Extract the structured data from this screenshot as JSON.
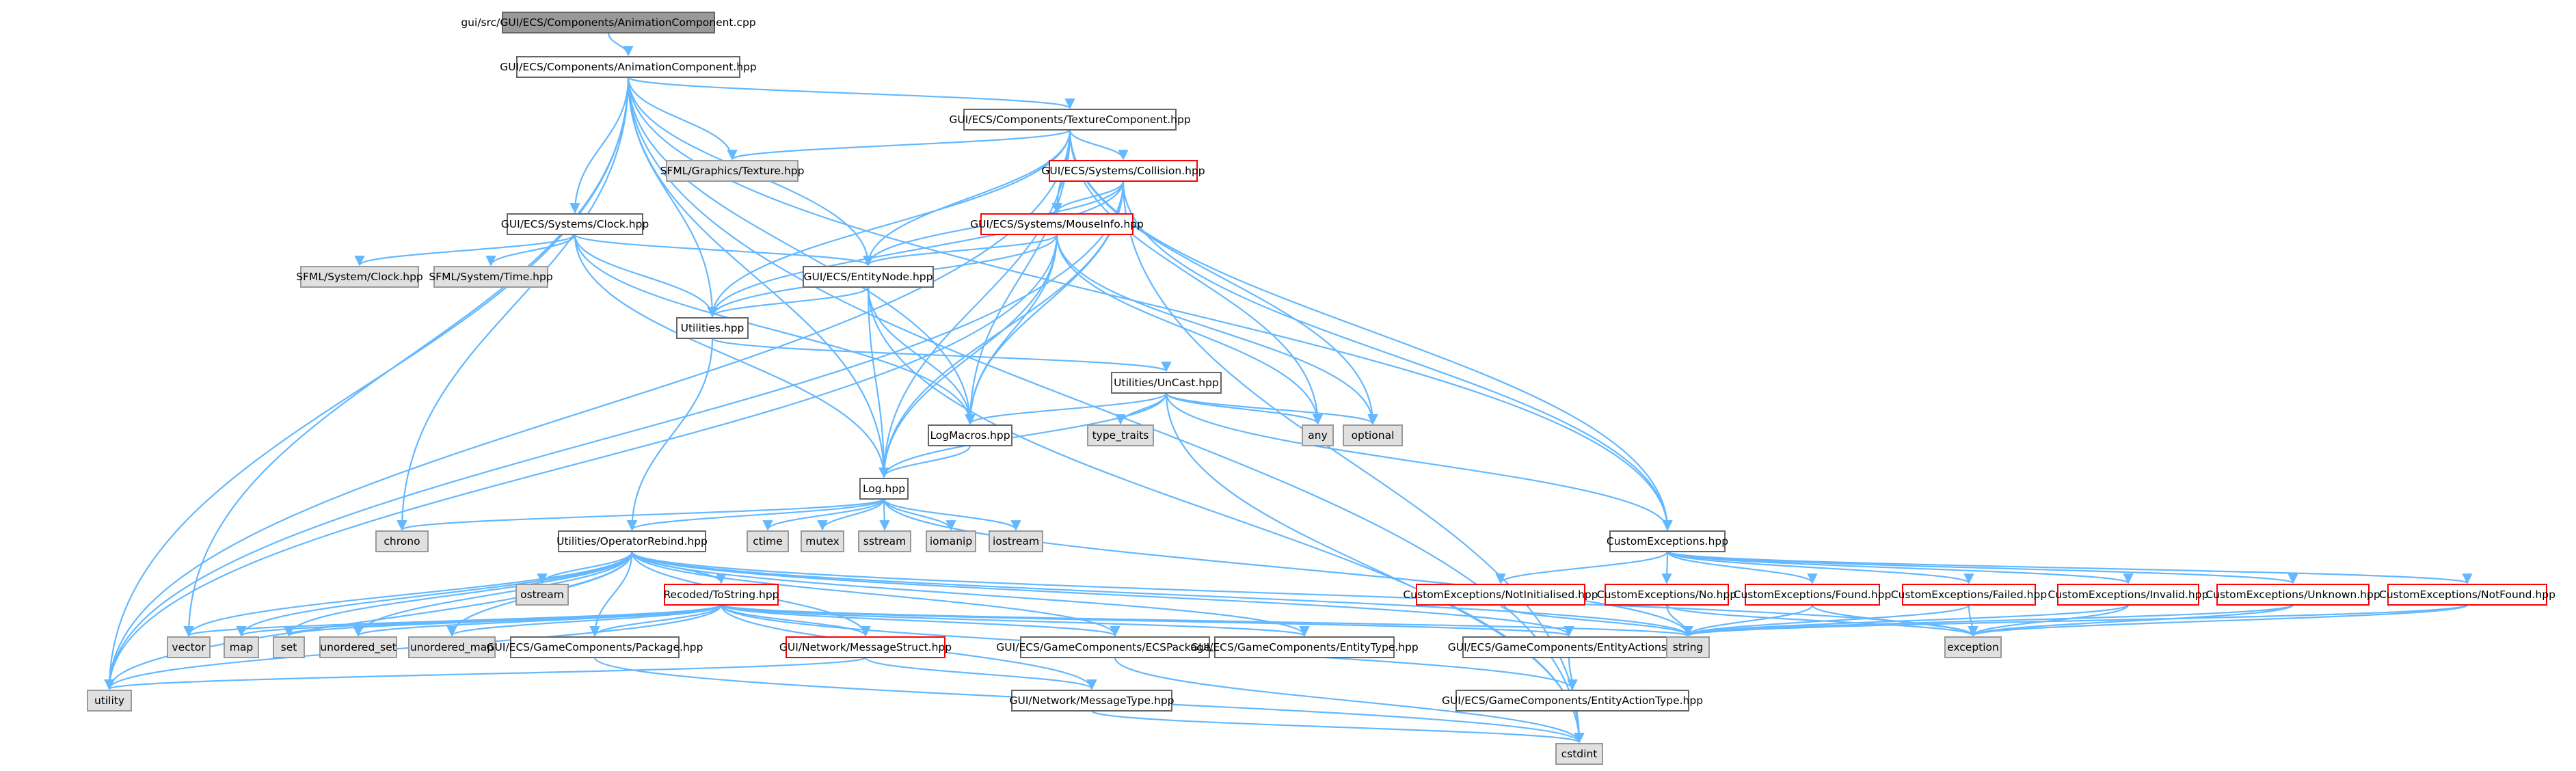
{
  "style": {
    "edge_color": "#63b8ff",
    "root_fill": "#999999",
    "root_border": "#666666",
    "file_fill": "#ffffff",
    "file_border": "#666666",
    "system_fill": "#e0e0e0",
    "system_border": "#999999",
    "missing_border": "#ff0000"
  },
  "nodes": [
    {
      "id": "animcpp",
      "label": "gui/src/GUI/ECS/Components/AnimationComponent.cpp",
      "kind": "root"
    },
    {
      "id": "animhpp",
      "label": "GUI/ECS/Components/AnimationComponent.hpp",
      "kind": "file"
    },
    {
      "id": "texhpp",
      "label": "GUI/ECS/Components/TextureComponent.hpp",
      "kind": "file"
    },
    {
      "id": "sfmltex",
      "label": "SFML/Graphics/Texture.hpp",
      "kind": "system"
    },
    {
      "id": "collision",
      "label": "GUI/ECS/Systems/Collision.hpp",
      "kind": "missing"
    },
    {
      "id": "clock",
      "label": "GUI/ECS/Systems/Clock.hpp",
      "kind": "file"
    },
    {
      "id": "mouseinfo",
      "label": "GUI/ECS/Systems/MouseInfo.hpp",
      "kind": "missing"
    },
    {
      "id": "sfmlclock",
      "label": "SFML/System/Clock.hpp",
      "kind": "system"
    },
    {
      "id": "sfmltime",
      "label": "SFML/System/Time.hpp",
      "kind": "system"
    },
    {
      "id": "entitynode",
      "label": "GUI/ECS/EntityNode.hpp",
      "kind": "file"
    },
    {
      "id": "utilities",
      "label": "Utilities.hpp",
      "kind": "file"
    },
    {
      "id": "uncast",
      "label": "Utilities/UnCast.hpp",
      "kind": "file"
    },
    {
      "id": "typetraits",
      "label": "type_traits",
      "kind": "system"
    },
    {
      "id": "any",
      "label": "any",
      "kind": "system"
    },
    {
      "id": "optional",
      "label": "optional",
      "kind": "system"
    },
    {
      "id": "logmacros",
      "label": "LogMacros.hpp",
      "kind": "file"
    },
    {
      "id": "log",
      "label": "Log.hpp",
      "kind": "file"
    },
    {
      "id": "chrono",
      "label": "chrono",
      "kind": "system"
    },
    {
      "id": "opreb",
      "label": "Utilities/OperatorRebind.hpp",
      "kind": "file"
    },
    {
      "id": "ctime",
      "label": "ctime",
      "kind": "system"
    },
    {
      "id": "mutex",
      "label": "mutex",
      "kind": "system"
    },
    {
      "id": "sstream",
      "label": "sstream",
      "kind": "system"
    },
    {
      "id": "iomanip",
      "label": "iomanip",
      "kind": "system"
    },
    {
      "id": "iostream",
      "label": "iostream",
      "kind": "system"
    },
    {
      "id": "customexc",
      "label": "CustomExceptions.hpp",
      "kind": "file"
    },
    {
      "id": "ostream",
      "label": "ostream",
      "kind": "system"
    },
    {
      "id": "recoded",
      "label": "Recoded/ToString.hpp",
      "kind": "missing"
    },
    {
      "id": "cenotinit",
      "label": "CustomExceptions/NotInitialised.hpp",
      "kind": "missing"
    },
    {
      "id": "ceno",
      "label": "CustomExceptions/No.hpp",
      "kind": "missing"
    },
    {
      "id": "cefound",
      "label": "CustomExceptions/Found.hpp",
      "kind": "missing"
    },
    {
      "id": "cefailed",
      "label": "CustomExceptions/Failed.hpp",
      "kind": "missing"
    },
    {
      "id": "ceinvalid",
      "label": "CustomExceptions/Invalid.hpp",
      "kind": "missing"
    },
    {
      "id": "ceunknown",
      "label": "CustomExceptions/Unknown.hpp",
      "kind": "missing"
    },
    {
      "id": "cenotfound",
      "label": "CustomExceptions/NotFound.hpp",
      "kind": "missing"
    },
    {
      "id": "vector",
      "label": "vector",
      "kind": "system"
    },
    {
      "id": "map",
      "label": "map",
      "kind": "system"
    },
    {
      "id": "set",
      "label": "set",
      "kind": "system"
    },
    {
      "id": "uset",
      "label": "unordered_set",
      "kind": "system"
    },
    {
      "id": "umap",
      "label": "unordered_map",
      "kind": "system"
    },
    {
      "id": "package",
      "label": "GUI/ECS/GameComponents/Package.hpp",
      "kind": "file"
    },
    {
      "id": "msgstruct",
      "label": "GUI/Network/MessageStruct.hpp",
      "kind": "missing"
    },
    {
      "id": "ecspackage",
      "label": "GUI/ECS/GameComponents/ECSPackage.hpp",
      "kind": "file"
    },
    {
      "id": "entitytype",
      "label": "GUI/ECS/GameComponents/EntityType.hpp",
      "kind": "file"
    },
    {
      "id": "entityactions",
      "label": "GUI/ECS/GameComponents/EntityActions.hpp",
      "kind": "file"
    },
    {
      "id": "string",
      "label": "string",
      "kind": "system"
    },
    {
      "id": "exception",
      "label": "exception",
      "kind": "system"
    },
    {
      "id": "utility",
      "label": "utility",
      "kind": "system"
    },
    {
      "id": "msgtype",
      "label": "GUI/Network/MessageType.hpp",
      "kind": "file"
    },
    {
      "id": "entityactiontype",
      "label": "GUI/ECS/GameComponents/EntityActionType.hpp",
      "kind": "file"
    },
    {
      "id": "cstdint",
      "label": "cstdint",
      "kind": "system"
    }
  ],
  "edges": [
    [
      "animcpp",
      "animhpp"
    ],
    [
      "animhpp",
      "texhpp"
    ],
    [
      "animhpp",
      "sfmltex"
    ],
    [
      "animhpp",
      "clock"
    ],
    [
      "animhpp",
      "entitynode"
    ],
    [
      "animhpp",
      "utilities"
    ],
    [
      "animhpp",
      "logmacros"
    ],
    [
      "animhpp",
      "log"
    ],
    [
      "animhpp",
      "chrono"
    ],
    [
      "animhpp",
      "customexc"
    ],
    [
      "animhpp",
      "vector"
    ],
    [
      "animhpp",
      "utility"
    ],
    [
      "animhpp",
      "cstdint"
    ],
    [
      "texhpp",
      "sfmltex"
    ],
    [
      "texhpp",
      "collision"
    ],
    [
      "texhpp",
      "mouseinfo"
    ],
    [
      "texhpp",
      "entitynode"
    ],
    [
      "texhpp",
      "utilities"
    ],
    [
      "texhpp",
      "logmacros"
    ],
    [
      "texhpp",
      "log"
    ],
    [
      "texhpp",
      "any"
    ],
    [
      "texhpp",
      "optional"
    ],
    [
      "texhpp",
      "customexc"
    ],
    [
      "texhpp",
      "utility"
    ],
    [
      "collision",
      "mouseinfo"
    ],
    [
      "collision",
      "entitynode"
    ],
    [
      "collision",
      "utilities"
    ],
    [
      "collision",
      "logmacros"
    ],
    [
      "collision",
      "log"
    ],
    [
      "collision",
      "customexc"
    ],
    [
      "collision",
      "utility"
    ],
    [
      "collision",
      "cstdint"
    ],
    [
      "clock",
      "sfmlclock"
    ],
    [
      "clock",
      "sfmltime"
    ],
    [
      "clock",
      "entitynode"
    ],
    [
      "clock",
      "utilities"
    ],
    [
      "clock",
      "logmacros"
    ],
    [
      "clock",
      "log"
    ],
    [
      "mouseinfo",
      "entitynode"
    ],
    [
      "mouseinfo",
      "utilities"
    ],
    [
      "mouseinfo",
      "logmacros"
    ],
    [
      "mouseinfo",
      "log"
    ],
    [
      "mouseinfo",
      "any"
    ],
    [
      "mouseinfo",
      "optional"
    ],
    [
      "mouseinfo",
      "utility"
    ],
    [
      "entitynode",
      "utilities"
    ],
    [
      "entitynode",
      "logmacros"
    ],
    [
      "entitynode",
      "log"
    ],
    [
      "entitynode",
      "cstdint"
    ],
    [
      "utilities",
      "uncast"
    ],
    [
      "utilities",
      "opreb"
    ],
    [
      "uncast",
      "typetraits"
    ],
    [
      "uncast",
      "any"
    ],
    [
      "uncast",
      "optional"
    ],
    [
      "uncast",
      "logmacros"
    ],
    [
      "uncast",
      "log"
    ],
    [
      "uncast",
      "customexc"
    ],
    [
      "uncast",
      "cstdint"
    ],
    [
      "logmacros",
      "log"
    ],
    [
      "log",
      "chrono"
    ],
    [
      "log",
      "opreb"
    ],
    [
      "log",
      "ctime"
    ],
    [
      "log",
      "mutex"
    ],
    [
      "log",
      "sstream"
    ],
    [
      "log",
      "iomanip"
    ],
    [
      "log",
      "iostream"
    ],
    [
      "log",
      "string"
    ],
    [
      "opreb",
      "ostream"
    ],
    [
      "opreb",
      "recoded"
    ],
    [
      "opreb",
      "vector"
    ],
    [
      "opreb",
      "map"
    ],
    [
      "opreb",
      "set"
    ],
    [
      "opreb",
      "uset"
    ],
    [
      "opreb",
      "umap"
    ],
    [
      "opreb",
      "package"
    ],
    [
      "opreb",
      "msgstruct"
    ],
    [
      "opreb",
      "ecspackage"
    ],
    [
      "opreb",
      "entitytype"
    ],
    [
      "opreb",
      "entityactions"
    ],
    [
      "opreb",
      "string"
    ],
    [
      "opreb",
      "utility"
    ],
    [
      "opreb",
      "exception"
    ],
    [
      "recoded",
      "vector"
    ],
    [
      "recoded",
      "map"
    ],
    [
      "recoded",
      "set"
    ],
    [
      "recoded",
      "uset"
    ],
    [
      "recoded",
      "umap"
    ],
    [
      "recoded",
      "package"
    ],
    [
      "recoded",
      "msgstruct"
    ],
    [
      "recoded",
      "ecspackage"
    ],
    [
      "recoded",
      "entitytype"
    ],
    [
      "recoded",
      "entityactions"
    ],
    [
      "recoded",
      "string"
    ],
    [
      "recoded",
      "utility"
    ],
    [
      "recoded",
      "msgtype"
    ],
    [
      "recoded",
      "entityactiontype"
    ],
    [
      "customexc",
      "cenotinit"
    ],
    [
      "customexc",
      "ceno"
    ],
    [
      "customexc",
      "cefound"
    ],
    [
      "customexc",
      "cefailed"
    ],
    [
      "customexc",
      "ceinvalid"
    ],
    [
      "customexc",
      "ceunknown"
    ],
    [
      "customexc",
      "cenotfound"
    ],
    [
      "cenotinit",
      "string"
    ],
    [
      "ceno",
      "string"
    ],
    [
      "ceno",
      "exception"
    ],
    [
      "cefound",
      "string"
    ],
    [
      "cefound",
      "exception"
    ],
    [
      "cefailed",
      "string"
    ],
    [
      "cefailed",
      "exception"
    ],
    [
      "ceinvalid",
      "string"
    ],
    [
      "ceinvalid",
      "exception"
    ],
    [
      "ceunknown",
      "string"
    ],
    [
      "ceunknown",
      "exception"
    ],
    [
      "cenotfound",
      "string"
    ],
    [
      "cenotfound",
      "exception"
    ],
    [
      "package",
      "cstdint"
    ],
    [
      "msgstruct",
      "msgtype"
    ],
    [
      "msgstruct",
      "utility"
    ],
    [
      "ecspackage",
      "cstdint"
    ],
    [
      "entityactions",
      "entityactiontype"
    ],
    [
      "msgtype",
      "cstdint"
    ]
  ]
}
